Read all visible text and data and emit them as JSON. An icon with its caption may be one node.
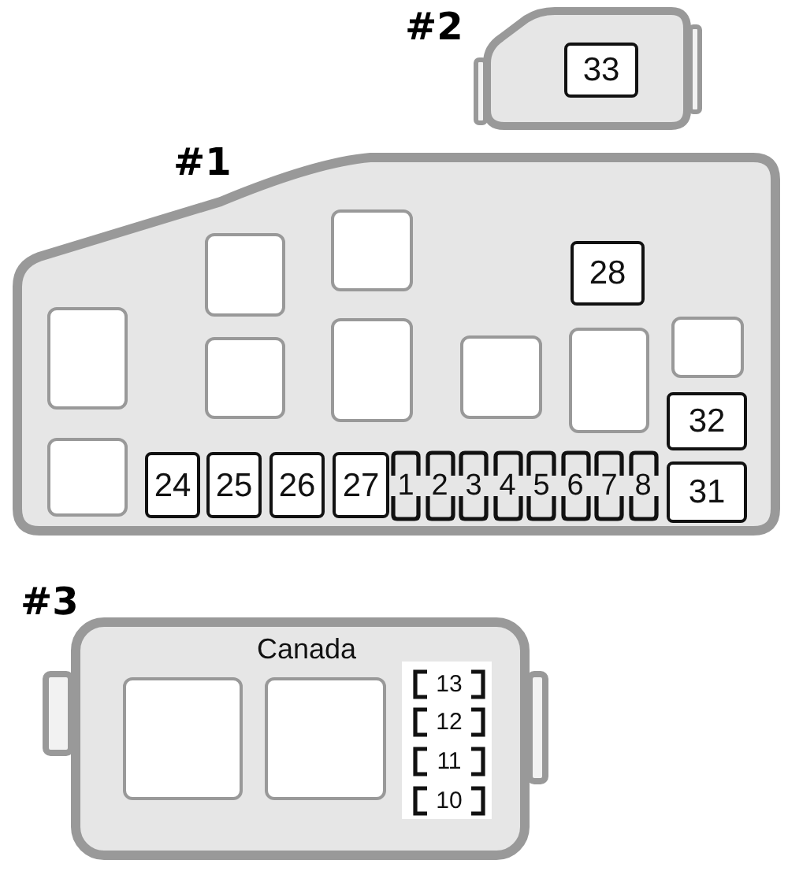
{
  "diagram": {
    "nodes": [
      {
        "text": [
          "#2"
        ]
      },
      {
        "text": [
          "33"
        ],
        "in": 0
      },
      {
        "text": [
          "#1"
        ]
      },
      {
        "text": [],
        "shape": "box",
        "in": 2
      },
      {
        "text": [],
        "shape": "box",
        "in": 2
      },
      {
        "text": [
          "28"
        ],
        "in": 2
      },
      {
        "text": [],
        "shape": "box",
        "in": 2
      },
      {
        "text": [],
        "shape": "box",
        "in": 2
      },
      {
        "text": [],
        "shape": "box",
        "in": 2
      },
      {
        "text": [],
        "shape": "box",
        "in": 2
      },
      {
        "text": [],
        "shape": "box",
        "in": 2
      },
      {
        "text": [],
        "shape": "box",
        "in": 2
      },
      {
        "text": [
          "32"
        ],
        "in": 2
      },
      {
        "text": [],
        "shape": "box",
        "in": 2
      },
      {
        "text": [
          "24"
        ],
        "in": 2
      },
      {
        "text": [
          "25"
        ],
        "in": 2
      },
      {
        "text": [
          "26"
        ],
        "in": 2
      },
      {
        "text": [
          "27"
        ],
        "in": 2
      },
      {
        "text": [
          "1"
        ],
        "in": 2
      },
      {
        "text": [
          "2"
        ],
        "in": 2
      },
      {
        "text": [
          "3"
        ],
        "in": 2
      },
      {
        "text": [
          "4"
        ],
        "in": 2
      },
      {
        "text": [
          "5"
        ],
        "in": 2
      },
      {
        "text": [
          "6"
        ],
        "in": 2
      },
      {
        "text": [
          "7"
        ],
        "in": 2
      },
      {
        "text": [
          "8"
        ],
        "in": 2
      },
      {
        "text": [
          "31"
        ],
        "in": 2
      },
      {
        "text": [
          "#3",
          "Canada"
        ]
      },
      {
        "text": [],
        "shape": "box",
        "in": 27
      },
      {
        "text": [],
        "shape": "box",
        "in": 27
      },
      {
        "text": [
          "13"
        ],
        "in": 27
      },
      {
        "text": [
          "12"
        ],
        "in": 27
      },
      {
        "text": [
          "11"
        ],
        "in": 27
      },
      {
        "text": [
          "10"
        ],
        "in": 27
      }
    ]
  }
}
